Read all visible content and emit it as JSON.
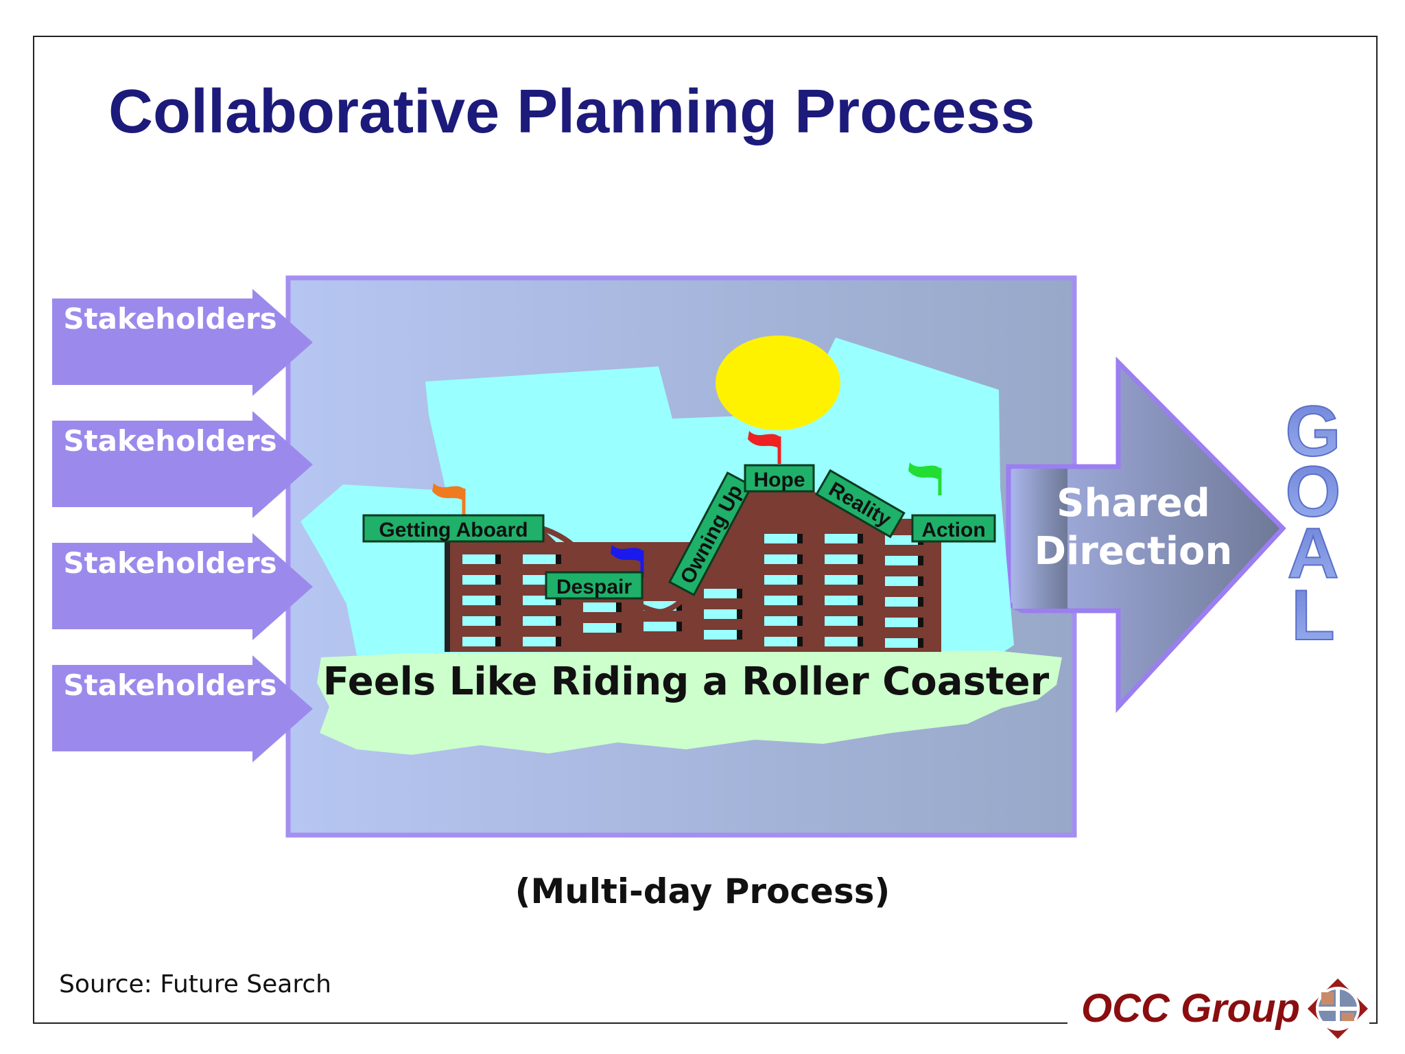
{
  "title": "Collaborative Planning Process",
  "stakeholders": [
    "Stakeholders",
    "Stakeholders",
    "Stakeholders",
    "Stakeholders"
  ],
  "scene": {
    "caption": "Feels Like Riding a Roller Coaster",
    "stages": [
      "Getting Aboard",
      "Despair",
      "Owning Up",
      "Hope",
      "Reality",
      "Action"
    ],
    "flag_colors": [
      "#f07a20",
      "#1a1aee",
      "#ee2222",
      "#22dd33"
    ],
    "sun_color": "#fff200",
    "sky_color": "#99ffff",
    "ground_color": "#ccffcc"
  },
  "arrow": {
    "line1": "Shared",
    "line2": "Direction"
  },
  "goal": [
    "G",
    "O",
    "A",
    "L"
  ],
  "footer": {
    "process_note": "(Multi-day Process)",
    "source": "Source: Future Search",
    "brand": "OCC Group"
  },
  "colors": {
    "title": "#1c1a7a",
    "stakeholder_arrow": "#9b8aec",
    "stage_label_bg": "#1fb06a",
    "coaster": "#7a3c33",
    "brand": "#8a0e10"
  }
}
